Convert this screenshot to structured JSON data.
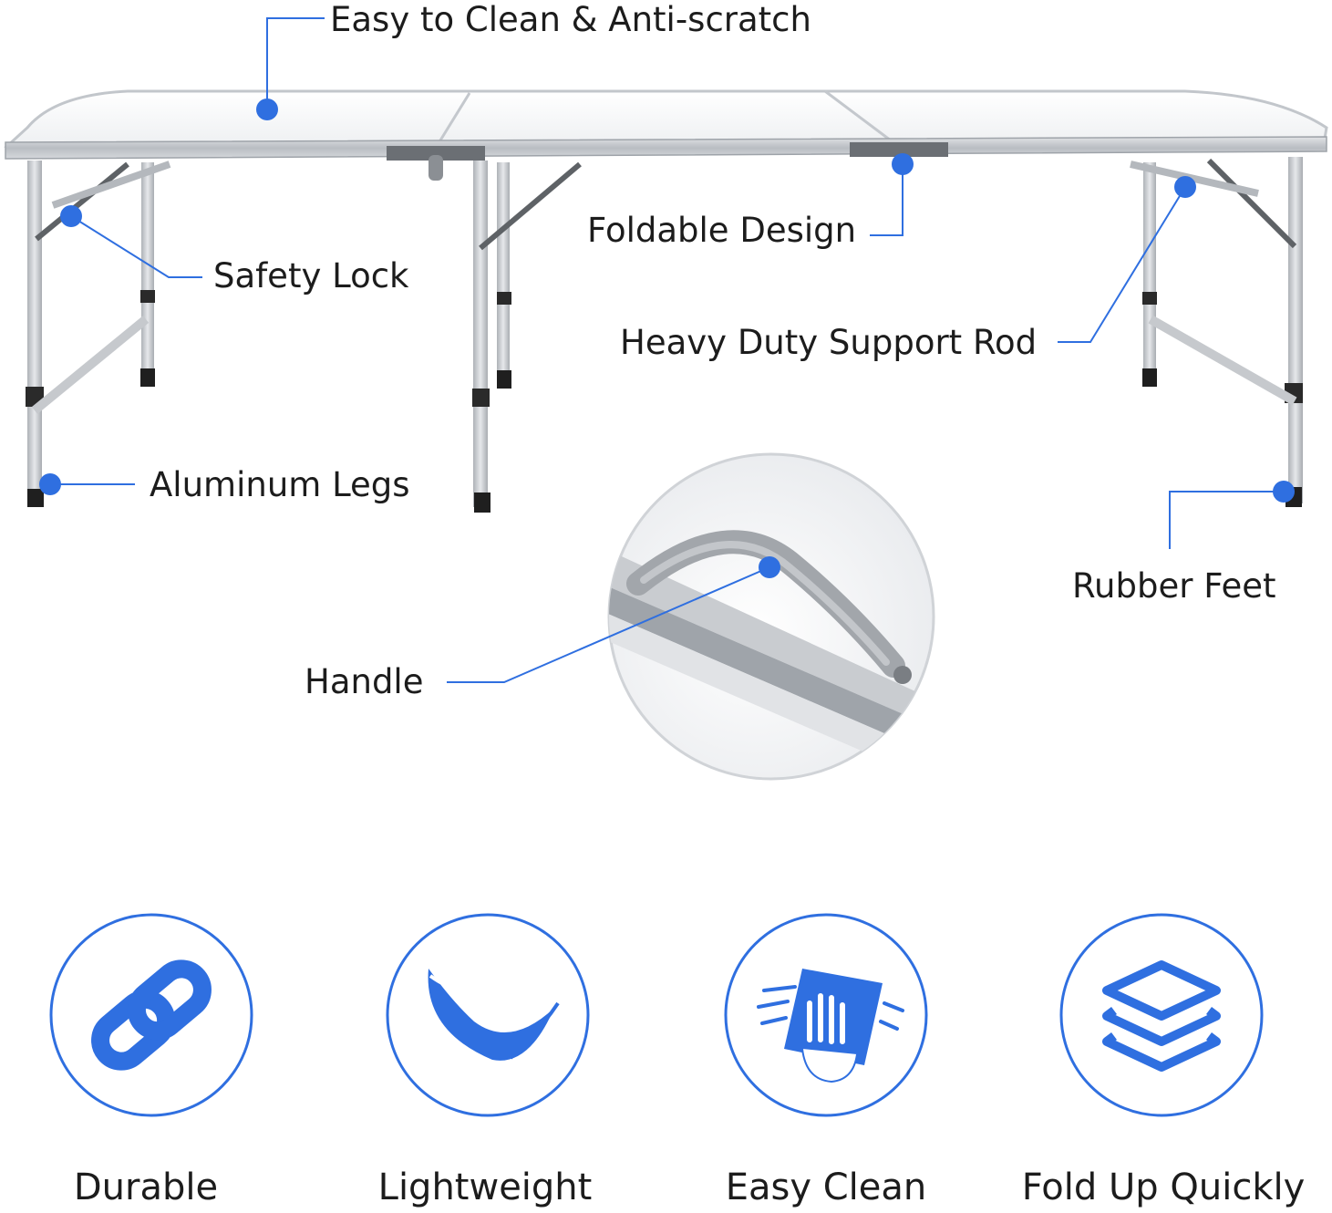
{
  "callouts": {
    "easy_to_clean": "Easy to Clean & Anti-scratch",
    "safety_lock": "Safety Lock",
    "foldable_design": "Foldable Design",
    "heavy_duty_rod": "Heavy Duty Support Rod",
    "aluminum_legs": "Aluminum Legs",
    "rubber_feet": "Rubber Feet",
    "handle": "Handle"
  },
  "features": [
    {
      "label": "Durable",
      "icon": "chain-link-icon"
    },
    {
      "label": "Lightweight",
      "icon": "feather-icon"
    },
    {
      "label": "Easy Clean",
      "icon": "wiping-hand-icon"
    },
    {
      "label": "Fold Up Quickly",
      "icon": "stacked-layers-icon"
    }
  ],
  "colors": {
    "accent": "#2f6fe0",
    "circle_border": "#2f6fe0",
    "line": "#2f6fe0",
    "aluminum": "#c9ccd0",
    "tabletop": "#f4f5f6"
  }
}
